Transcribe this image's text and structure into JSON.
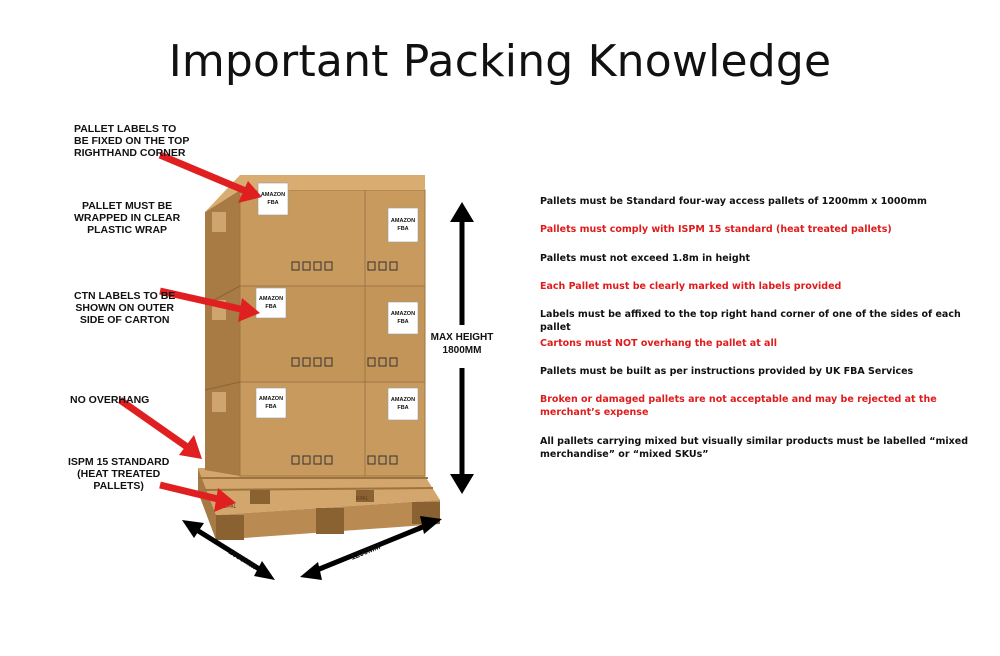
{
  "title": "Important Packing Knowledge",
  "callouts": {
    "pallet_labels": "PALLET LABELS TO\nBE FIXED ON THE TOP\nRIGHTHAND CORNER",
    "plastic_wrap": "PALLET MUST BE\nWRAPPED IN CLEAR\nPLASTIC WRAP",
    "ctn_labels": "CTN LABELS TO BE\nSHOWN ON OUTER\nSIDE OF CARTON",
    "no_overhang": "NO OVERHANG",
    "ispm": "ISPM 15 STANDARD\n(HEAT TREATED\nPALLETS)"
  },
  "box_label": "AMAZON\nFBA",
  "pallet_stamp": "EPAL",
  "dimensions": {
    "max_height_line1": "MAX HEIGHT",
    "max_height_line2": "1800MM",
    "depth": "1000MM",
    "width": "1200MM"
  },
  "rules": [
    {
      "text": "Pallets must be Standard four-way access pallets of 1200mm x 1000mm",
      "color": "black"
    },
    {
      "text": "Pallets must comply with ISPM 15 standard (heat treated pallets)",
      "color": "red"
    },
    {
      "text": "Pallets must not exceed 1.8m in height",
      "color": "black"
    },
    {
      "text": "Each Pallet must be clearly marked with labels provided",
      "color": "red"
    },
    {
      "text": "Labels must be affixed to the top right hand corner of one of the sides of each pallet",
      "color": "black"
    },
    {
      "text": "Cartons must NOT overhang the pallet at all",
      "color": "red"
    },
    {
      "text": "Pallets must be built as per instructions provided by UK FBA Services",
      "color": "black"
    },
    {
      "text": "Broken or damaged pallets are not acceptable and may be rejected at the merchant’s expense",
      "color": "red"
    },
    {
      "text": "All pallets carrying mixed but visually similar products must be labelled “mixed merchandise” or “mixed SKUs”",
      "color": "black"
    }
  ],
  "colors": {
    "red_text": "#e01b1b",
    "arrow_red": "#e02020",
    "box_front": "#c89a5e",
    "box_side": "#a87a44",
    "pallet": "#c89a60"
  }
}
